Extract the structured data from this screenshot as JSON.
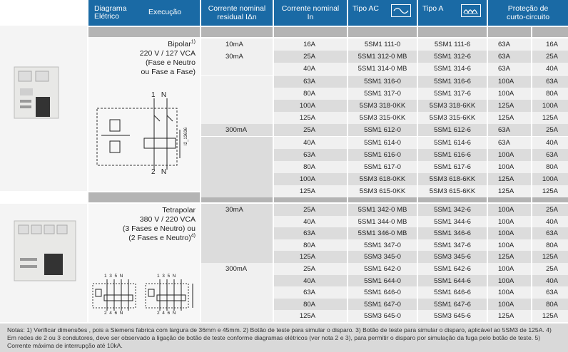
{
  "header": {
    "col1_a": "Diagrama",
    "col1_b": "Elétrico",
    "col1_c": "Execução",
    "col2_a": "Corrente nominal",
    "col2_b": "residual  IΔn",
    "col3_a": "Corrente nominal",
    "col3_b": "In",
    "col4": "Tipo AC",
    "col5": "Tipo A",
    "col6_a": "Proteção de",
    "col6_b": "curto-circuito"
  },
  "bipolar": {
    "title": "Bipolar",
    "title_sup": "1)",
    "line1": "220 V / 127 VCA",
    "line2": "(Fase e Neutro",
    "line3": "ou Fase a Fase)",
    "diag_top": "1   N",
    "diag_bottom": "2   N",
    "diag_code": "I2_13636"
  },
  "tetrapolar": {
    "title": "Tetrapolar",
    "line1": "380 V / 220 VCA",
    "line2": "(3 Fases e Neutro) ou",
    "line3": "(2 Fases e Neutro)",
    "line3_sup": "4)"
  },
  "rows": [
    {
      "idn": "10mA",
      "in": "16A",
      "ac": "5SM1 111-0",
      "a": "5SM1 111-6",
      "p1": "63A",
      "p2": "16A"
    },
    {
      "idn": "30mA",
      "in": "25A",
      "ac": "5SM1 312-0 MB",
      "a": "5SM1 312-6",
      "p1": "63A",
      "p2": "25A"
    },
    {
      "idn": "",
      "in": "40A",
      "ac": "5SM1 314-0 MB",
      "a": "5SM1 314-6",
      "p1": "63A",
      "p2": "40A"
    },
    {
      "idn": "",
      "in": "63A",
      "ac": "5SM1 316-0",
      "a": "5SM1 316-6",
      "p1": "100A",
      "p2": "63A"
    },
    {
      "idn": "",
      "in": "80A",
      "ac": "5SM1 317-0",
      "a": "5SM1 317-6",
      "p1": "100A",
      "p2": "80A"
    },
    {
      "idn": "",
      "in": "100A",
      "ac": "5SM3 318-0KK",
      "a": "5SM3 318-6KK",
      "p1": "125A",
      "p2": "100A"
    },
    {
      "idn": "",
      "in": "125A",
      "ac": "5SM3 315-0KK",
      "a": "5SM3 315-6KK",
      "p1": "125A",
      "p2": "125A"
    },
    {
      "idn": "300mA",
      "in": "25A",
      "ac": "5SM1 612-0",
      "a": "5SM1 612-6",
      "p1": "63A",
      "p2": "25A"
    },
    {
      "idn": "",
      "in": "40A",
      "ac": "5SM1 614-0",
      "a": "5SM1 614-6",
      "p1": "63A",
      "p2": "40A"
    },
    {
      "idn": "",
      "in": "63A",
      "ac": "5SM1 616-0",
      "a": "5SM1 616-6",
      "p1": "100A",
      "p2": "63A"
    },
    {
      "idn": "",
      "in": "80A",
      "ac": "5SM1 617-0",
      "a": "5SM1 617-6",
      "p1": "100A",
      "p2": "80A"
    },
    {
      "idn": "",
      "in": "100A",
      "ac": "5SM3 618-0KK",
      "a": "5SM3 618-6KK",
      "p1": "125A",
      "p2": "100A"
    },
    {
      "idn": "",
      "in": "125A",
      "ac": "5SM3 615-0KK",
      "a": "5SM3 615-6KK",
      "p1": "125A",
      "p2": "125A"
    },
    {
      "idn": "30mA",
      "in": "25A",
      "ac": "5SM1 342-0 MB",
      "a": "5SM1 342-6",
      "p1": "100A",
      "p2": "25A"
    },
    {
      "idn": "",
      "in": "40A",
      "ac": "5SM1 344-0 MB",
      "a": "5SM1 344-6",
      "p1": "100A",
      "p2": "40A"
    },
    {
      "idn": "",
      "in": "63A",
      "ac": "5SM1 346-0 MB",
      "a": "5SM1 346-6",
      "p1": "100A",
      "p2": "63A"
    },
    {
      "idn": "",
      "in": "80A",
      "ac": "5SM1 347-0",
      "a": "5SM1 347-6",
      "p1": "100A",
      "p2": "80A"
    },
    {
      "idn": "",
      "in": "125A",
      "ac": "5SM3 345-0",
      "a": "5SM3 345-6",
      "p1": "125A",
      "p2": "125A"
    },
    {
      "idn": "300mA",
      "in": "25A",
      "ac": "5SM1 642-0",
      "a": "5SM1 642-6",
      "p1": "100A",
      "p2": "25A"
    },
    {
      "idn": "",
      "in": "40A",
      "ac": "5SM1 644-0",
      "a": "5SM1 644-6",
      "p1": "100A",
      "p2": "40A"
    },
    {
      "idn": "",
      "in": "63A",
      "ac": "5SM1 646-0",
      "a": "5SM1 646-6",
      "p1": "100A",
      "p2": "63A"
    },
    {
      "idn": "",
      "in": "80A",
      "ac": "5SM1 647-0",
      "a": "5SM1 647-6",
      "p1": "100A",
      "p2": "80A"
    },
    {
      "idn": "",
      "in": "125A",
      "ac": "5SM3 645-0",
      "a": "5SM3 645-6",
      "p1": "125A",
      "p2": "125A"
    }
  ],
  "tetra_diag_labels": "1  3  5  N",
  "tetra_diag_labels_b": "2  4  6  N",
  "notes": "Notas: 1) Verificar dimensões , pois a Siemens fabrica com largura de 36mm e 45mm. 2) Botão de teste para simular o disparo. 3) Botão de teste para simular o disparo, aplicável ao 5SM3 de 125A. 4) Em redes de 2 ou 3 condutores, deve ser observado a ligação de botão de teste conforme diagramas elétricos (ver nota 2 e 3), para permitir o disparo por simulação da fuga pelo botão de teste. 5) Corrente máxima de interrupção até 10kA."
}
